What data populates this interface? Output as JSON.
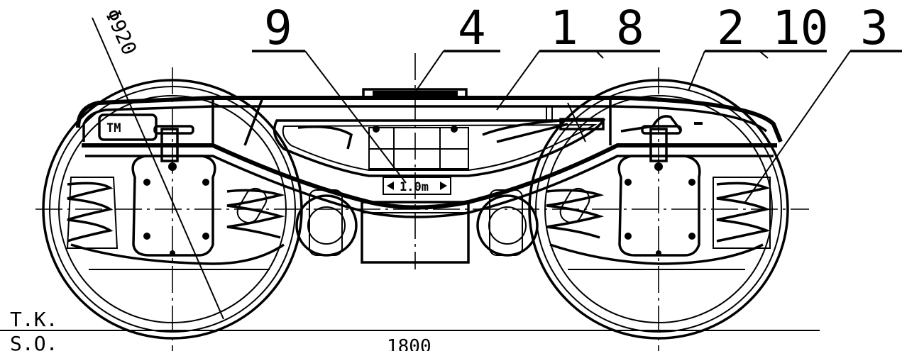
{
  "diagram": {
    "callouts": [
      {
        "id": "9",
        "text": "9"
      },
      {
        "id": "4",
        "text": "4"
      },
      {
        "id": "1",
        "text": "1"
      },
      {
        "id": "8",
        "text": "8"
      },
      {
        "id": "2",
        "text": "2"
      },
      {
        "id": "10",
        "text": "10"
      },
      {
        "id": "3",
        "text": "3"
      }
    ],
    "wheel_diameter": "Φ920",
    "plate_text": "1.0m",
    "left_plate_text": "TM",
    "rail_labels": {
      "top": "T.K.",
      "bottom": "S.O."
    },
    "wheelbase": "1800"
  }
}
